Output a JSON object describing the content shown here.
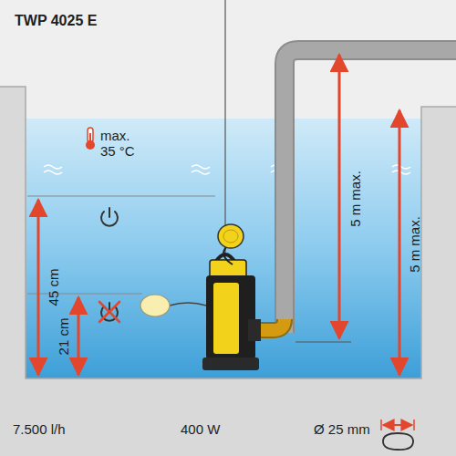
{
  "diagram": {
    "title": "TWP 4025 E",
    "labels": [
      "max. 35 °C",
      "45 cm",
      "21 cm",
      "5 m max.",
      "5 m max.",
      "7.500 l/h",
      "400 W",
      "Ø 25 mm"
    ]
  }
}
